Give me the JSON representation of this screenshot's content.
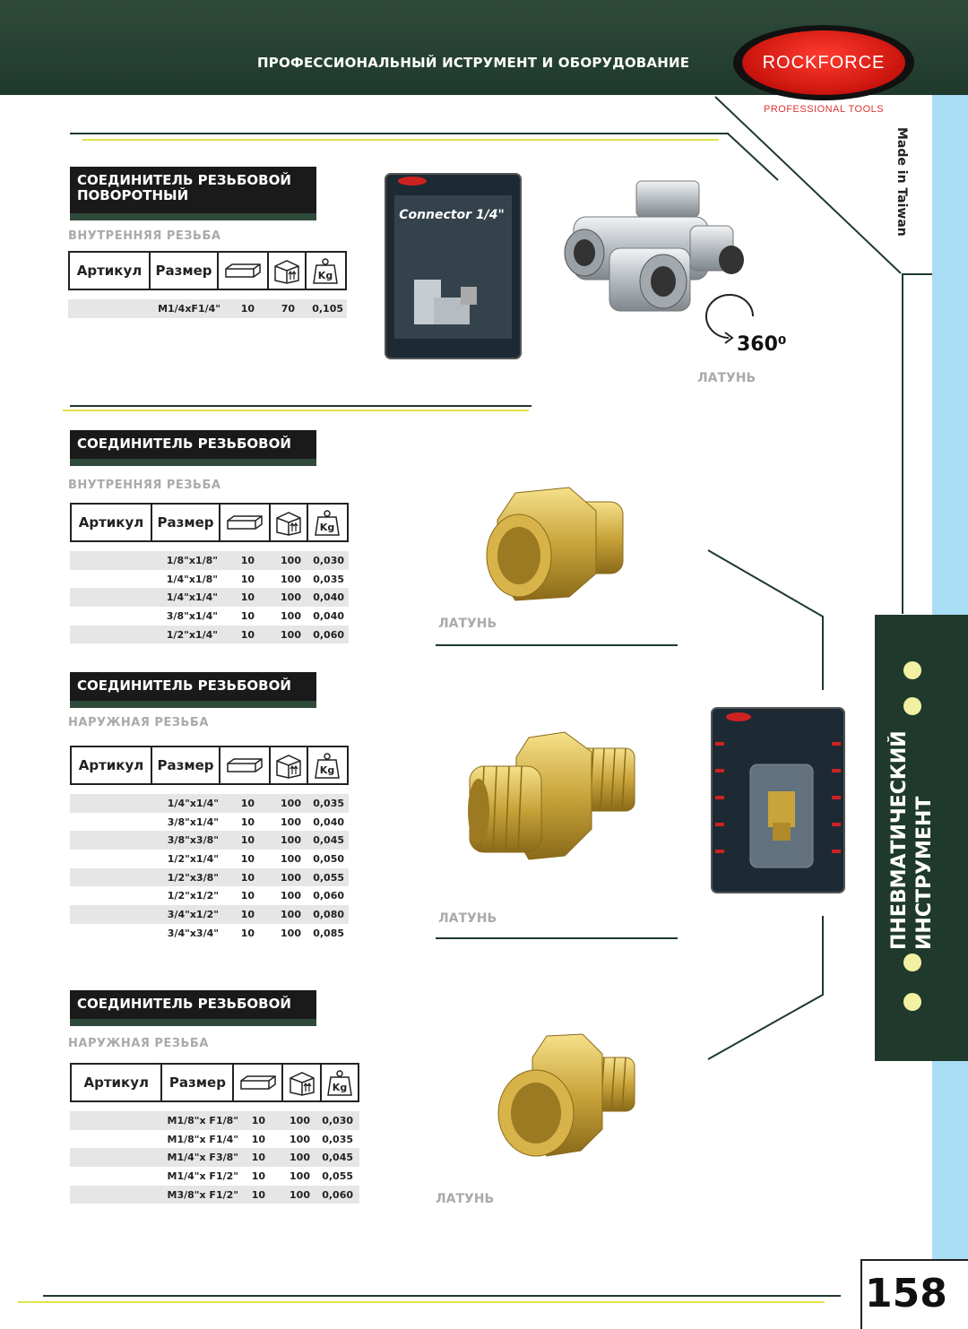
{
  "header": {
    "title": "ПРОФЕССИОНАЛЬНЫЙ ИСТРУМЕНТ И ОБОРУДОВАНИЕ"
  },
  "logo": {
    "name": "ROCKFORCE",
    "sub": "PROFESSIONAL TOOLS"
  },
  "made_in": "Made in Taiwan",
  "side_tab": {
    "line1": "ПНЕВМАТИЧЕСКИЙ",
    "line2": "ИНСТРУМЕНТ"
  },
  "page_number": "158",
  "table_headers": {
    "article": "Артикул",
    "size": "Размер",
    "weight_unit": "Kg"
  },
  "icons": {
    "box": "box-icon",
    "carton": "carton-box-icon",
    "weight": "weight-icon"
  },
  "colors": {
    "dark_green": "#1f3a2c",
    "light_blue": "#a9dcf5",
    "brass": "#c9a43a",
    "yellow_line": "#e2e14a"
  },
  "sections": [
    {
      "title": "СОЕДИНИТЕЛЬ РЕЗЬБОВОЙ ПОВОРОТНЫЙ",
      "subtitle": "ВНУТРЕННЯЯ РЕЗЬБА",
      "material": "ЛАТУНЬ",
      "rotation": "360⁰",
      "package_label": "Connector 1/4\"",
      "rows": [
        {
          "size": "M1/4xF1/4\"",
          "q1": "10",
          "q2": "70",
          "w": "0,105"
        }
      ]
    },
    {
      "title": "СОЕДИНИТЕЛЬ РЕЗЬБОВОЙ",
      "subtitle": "ВНУТРЕННЯЯ РЕЗЬБА",
      "material": "ЛАТУНЬ",
      "rows": [
        {
          "size": "1/8\"x1/8\"",
          "q1": "10",
          "q2": "100",
          "w": "0,030"
        },
        {
          "size": "1/4\"x1/8\"",
          "q1": "10",
          "q2": "100",
          "w": "0,035"
        },
        {
          "size": "1/4\"x1/4\"",
          "q1": "10",
          "q2": "100",
          "w": "0,040"
        },
        {
          "size": "3/8\"x1/4\"",
          "q1": "10",
          "q2": "100",
          "w": "0,040"
        },
        {
          "size": "1/2\"x1/4\"",
          "q1": "10",
          "q2": "100",
          "w": "0,060"
        }
      ]
    },
    {
      "title": "СОЕДИНИТЕЛЬ РЕЗЬБОВОЙ",
      "subtitle": "НАРУЖНАЯ РЕЗЬБА",
      "material": "ЛАТУНЬ",
      "rows": [
        {
          "size": "1/4\"x1/4\"",
          "q1": "10",
          "q2": "100",
          "w": "0,035"
        },
        {
          "size": "3/8\"x1/4\"",
          "q1": "10",
          "q2": "100",
          "w": "0,040"
        },
        {
          "size": "3/8\"x3/8\"",
          "q1": "10",
          "q2": "100",
          "w": "0,045"
        },
        {
          "size": "1/2\"x1/4\"",
          "q1": "10",
          "q2": "100",
          "w": "0,050"
        },
        {
          "size": "1/2\"x3/8\"",
          "q1": "10",
          "q2": "100",
          "w": "0,055"
        },
        {
          "size": "1/2\"x1/2\"",
          "q1": "10",
          "q2": "100",
          "w": "0,060"
        },
        {
          "size": "3/4\"x1/2\"",
          "q1": "10",
          "q2": "100",
          "w": "0,080"
        },
        {
          "size": "3/4\"x3/4\"",
          "q1": "10",
          "q2": "100",
          "w": "0,085"
        }
      ]
    },
    {
      "title": "СОЕДИНИТЕЛЬ РЕЗЬБОВОЙ",
      "subtitle": "НАРУЖНАЯ РЕЗЬБА",
      "material": "ЛАТУНЬ",
      "rows": [
        {
          "size": "M1/8\"x F1/8\"",
          "q1": "10",
          "q2": "100",
          "w": "0,030"
        },
        {
          "size": "M1/8\"x F1/4\"",
          "q1": "10",
          "q2": "100",
          "w": "0,035"
        },
        {
          "size": "M1/4\"x F3/8\"",
          "q1": "10",
          "q2": "100",
          "w": "0,045"
        },
        {
          "size": "M1/4\"x F1/2\"",
          "q1": "10",
          "q2": "100",
          "w": "0,055"
        },
        {
          "size": "M3/8\"x F1/2\"",
          "q1": "10",
          "q2": "100",
          "w": "0,060"
        }
      ]
    }
  ]
}
